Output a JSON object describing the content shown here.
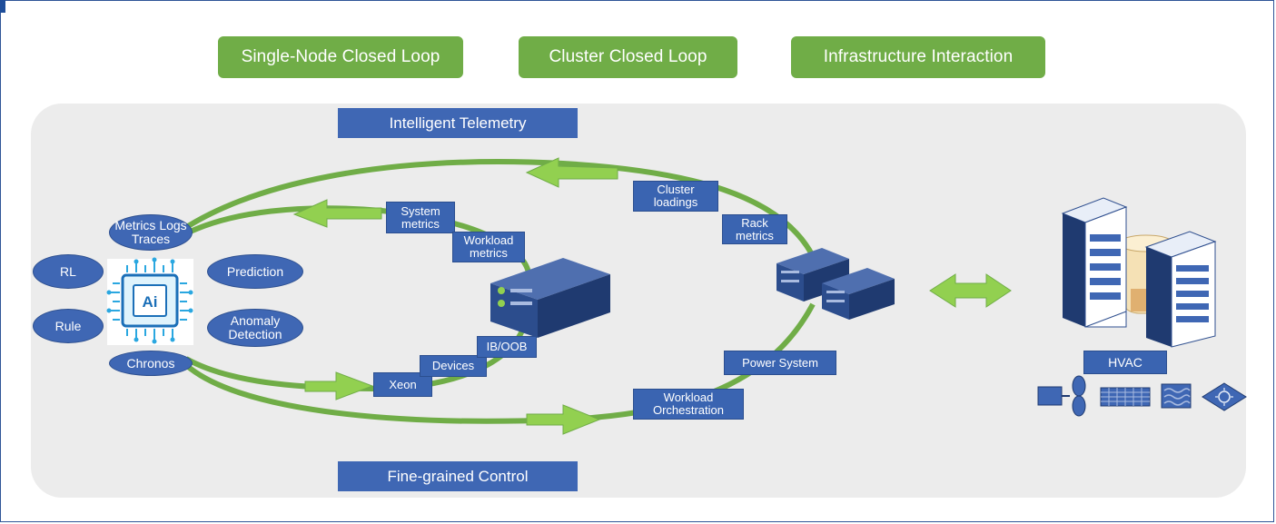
{
  "top_buttons": [
    "Single-Node Closed Loop",
    "Cluster Closed Loop",
    "Infrastructure Interaction"
  ],
  "banners": {
    "top": "Intelligent Telemetry",
    "bottom": "Fine-grained Control"
  },
  "ai_engine": {
    "chip_label": "Ai",
    "ovals": {
      "metrics": "Metrics Logs Traces",
      "rl": "RL",
      "rule": "Rule",
      "prediction": "Prediction",
      "anomaly": "Anomaly Detection",
      "chronos": "Chronos"
    }
  },
  "telemetry_labels": {
    "system_metrics": "System metrics",
    "workload_metrics": "Workload metrics",
    "cluster_loadings": "Cluster loadings",
    "rack_metrics": "Rack metrics"
  },
  "control_labels": {
    "xeon": "Xeon",
    "devices": "Devices",
    "ib_oob": "IB/OOB",
    "power_system": "Power System",
    "workload_orchestration": "Workload Orchestration"
  },
  "infrastructure": {
    "hvac": "HVAC"
  },
  "colors": {
    "green": "#70ad47",
    "blue": "#3f67b4",
    "panel": "#ececec"
  }
}
